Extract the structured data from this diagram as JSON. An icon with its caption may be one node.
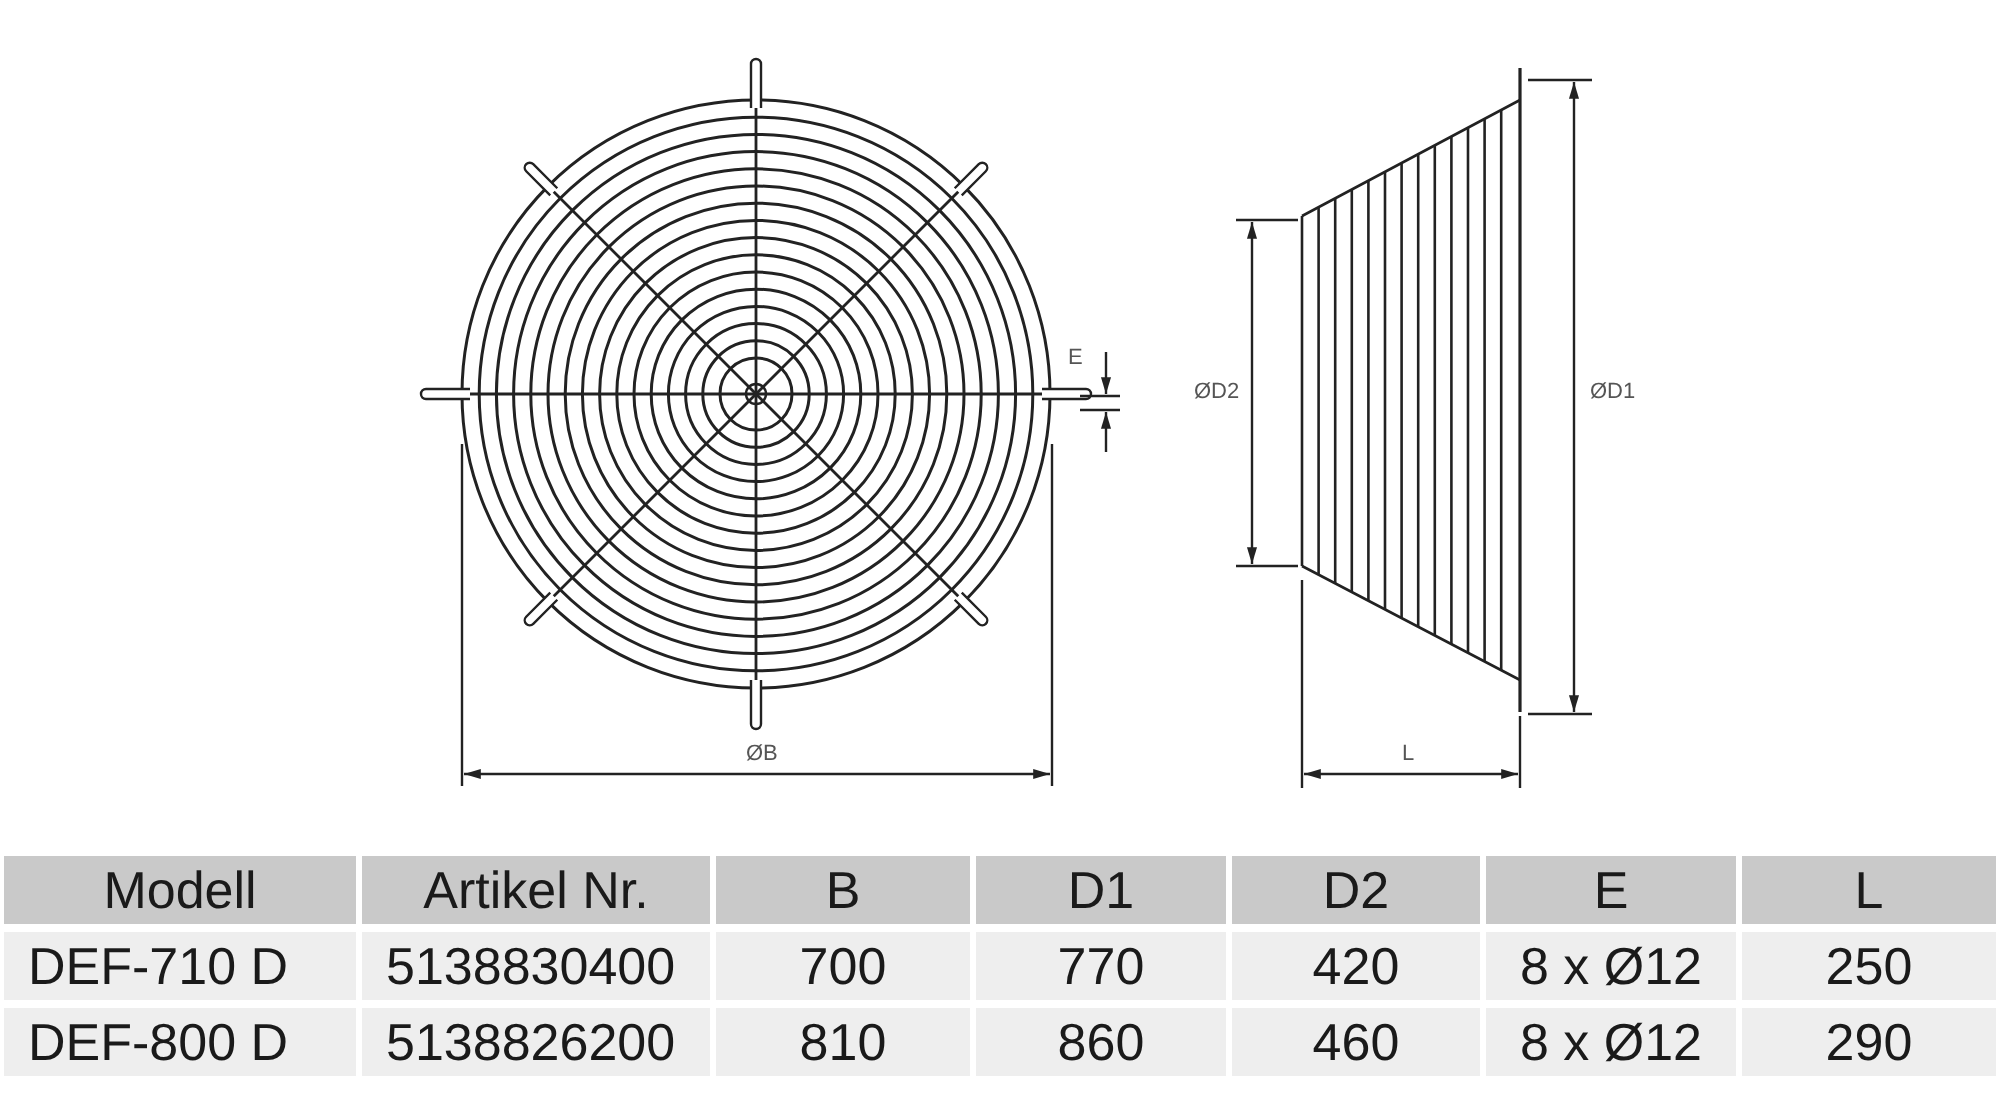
{
  "diagram": {
    "labels": [
      "E",
      "ØD2",
      "ØD1",
      "ØB",
      "L",
      "Modell",
      "Artikel Nr.",
      "B",
      "D1",
      "D2",
      "E",
      "L",
      "DEF-710 D",
      "5138830400",
      "700",
      "770",
      "420",
      "8 x Ø12",
      "250",
      "DEF-800 D",
      "5138826200",
      "810",
      "860",
      "460",
      "8 x Ø12",
      "290"
    ]
  }
}
